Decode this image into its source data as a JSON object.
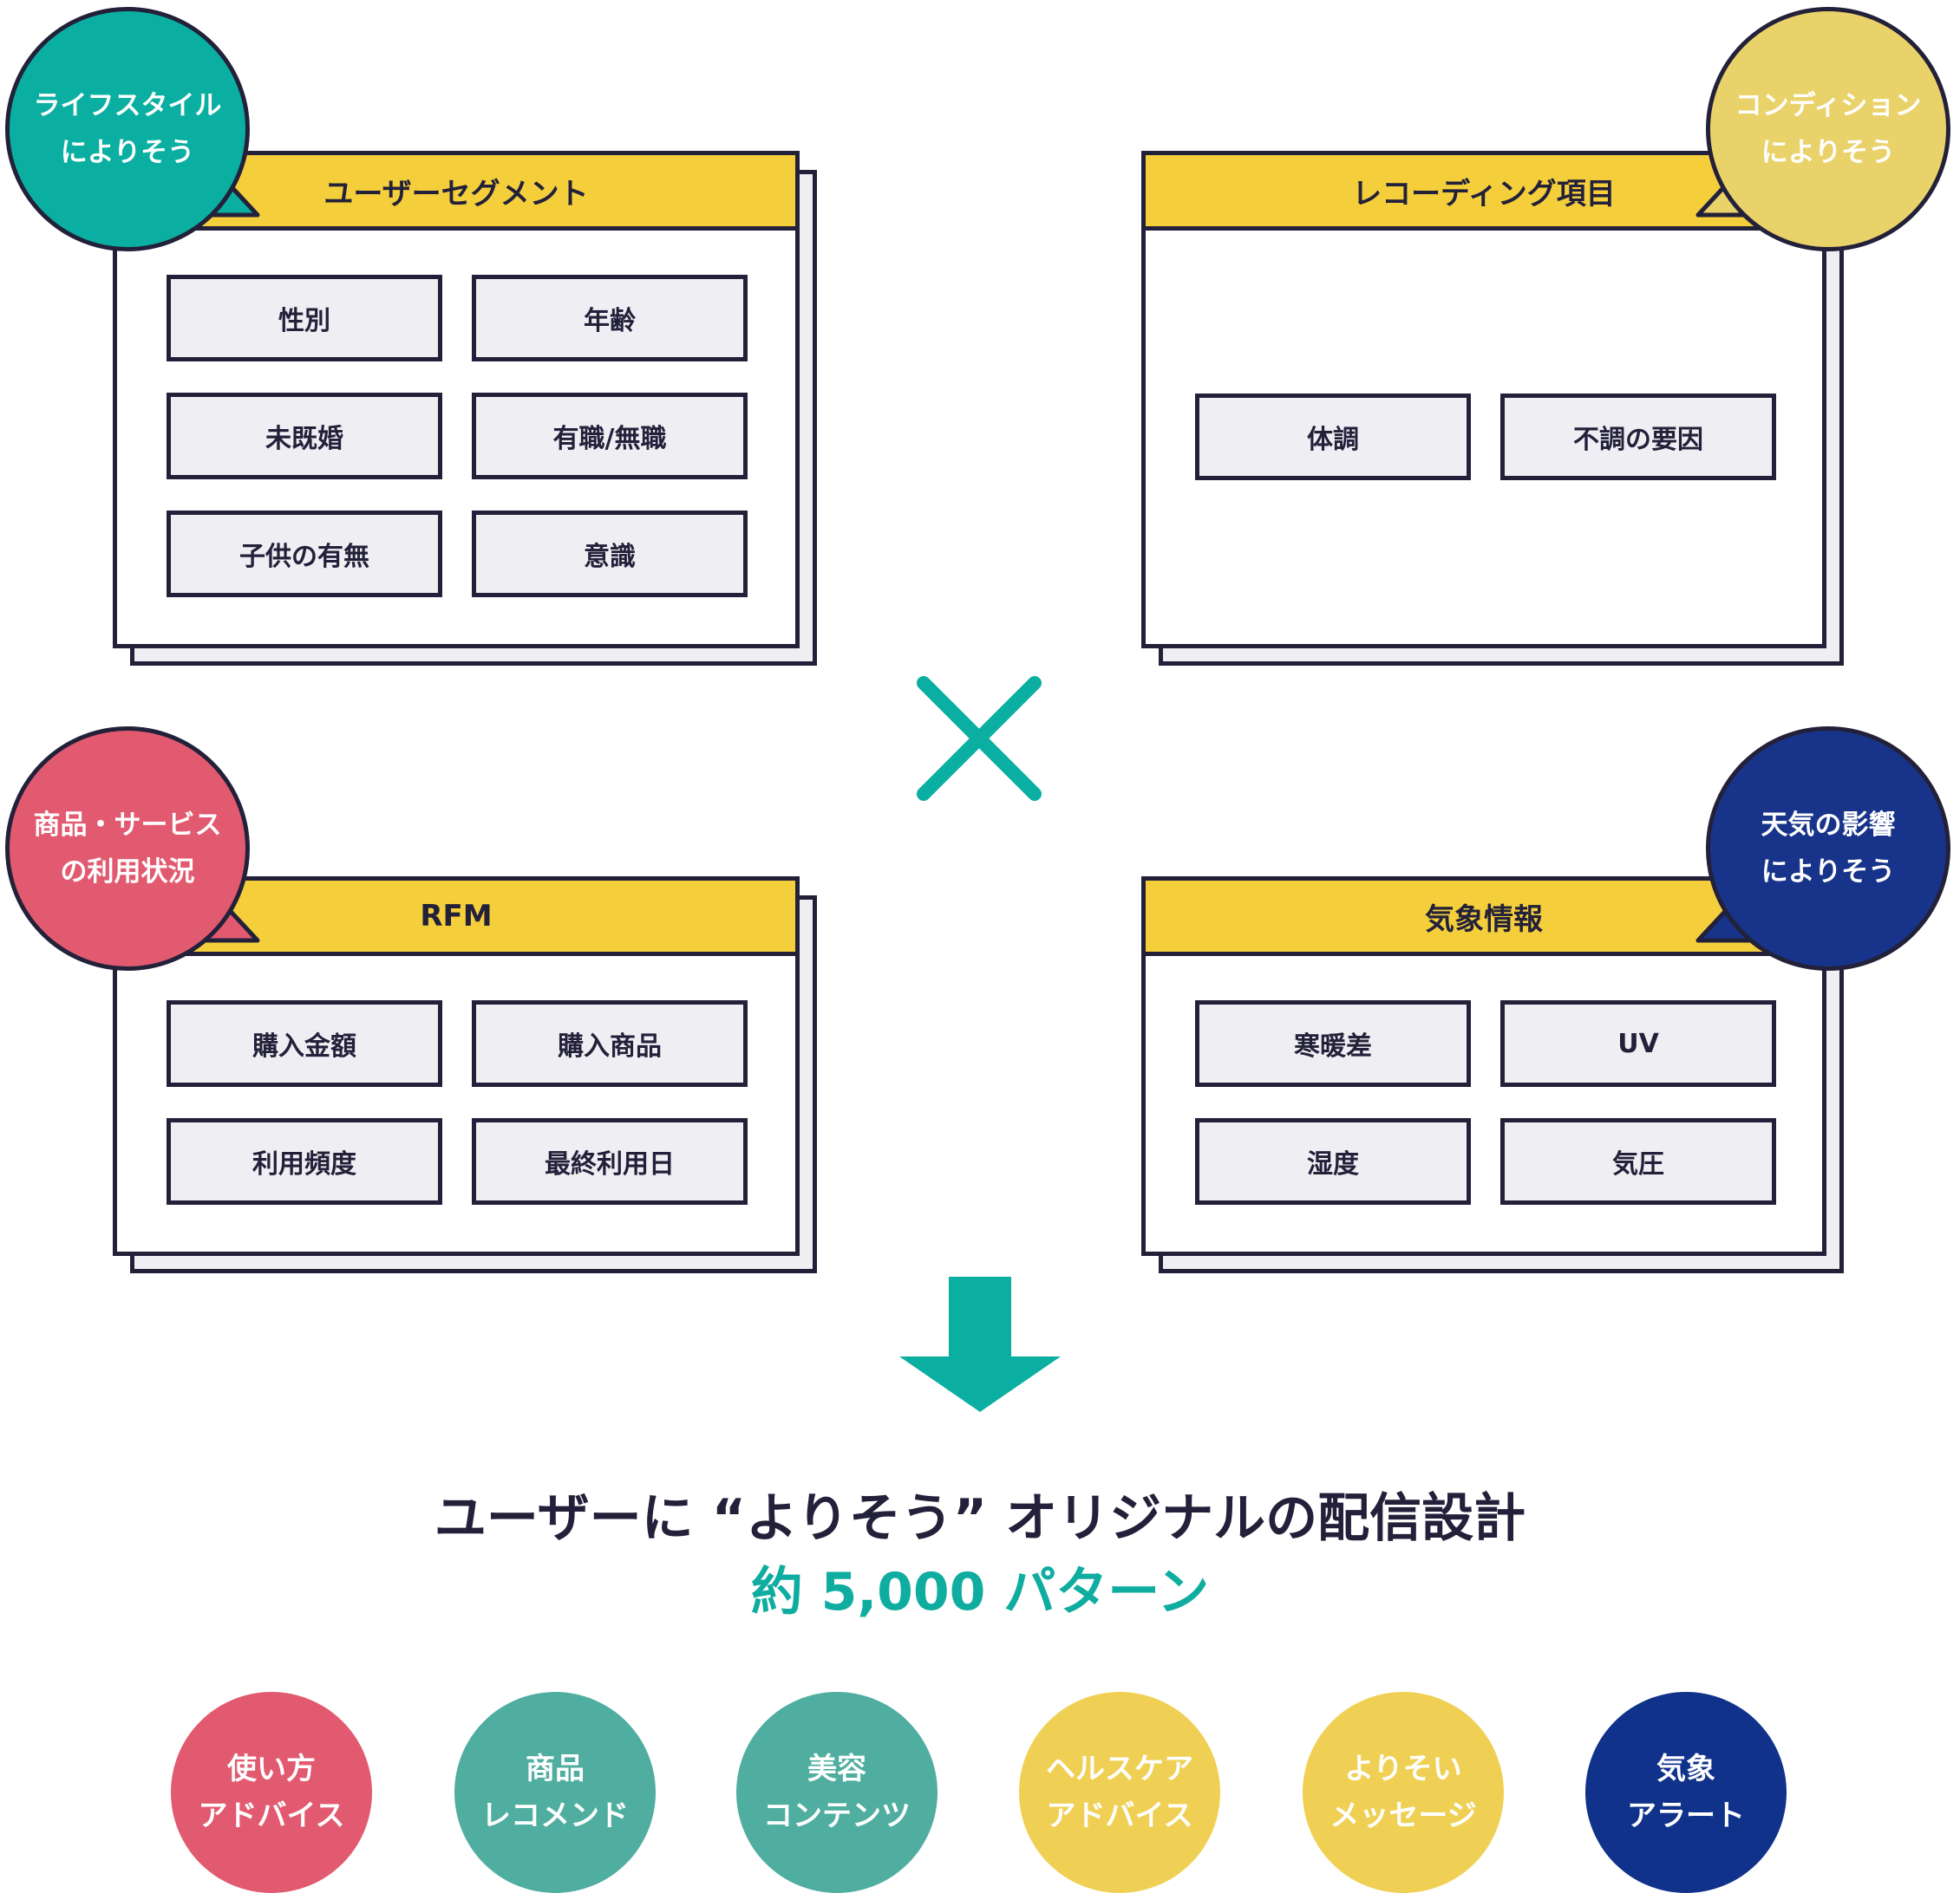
{
  "panels": {
    "user_segment": {
      "title": "ユーザーセグメント",
      "items": [
        "性別",
        "年齢",
        "未既婚",
        "有職/無職",
        "子供の有無",
        "意識"
      ],
      "bubble": {
        "line1": "ライフスタイル",
        "line2": "によりそう",
        "color": "#0aafa1"
      }
    },
    "recording": {
      "title": "レコーディング項目",
      "items": [
        "体調",
        "不調の要因"
      ],
      "bubble": {
        "line1": "コンディション",
        "line2": "によりそう",
        "color": "#ead26a"
      }
    },
    "rfm": {
      "title": "RFM",
      "items": [
        "購入金額",
        "購入商品",
        "利用頻度",
        "最終利用日"
      ],
      "bubble": {
        "line1": "商品・サービス",
        "line2": "の利用状況",
        "color": "#e25a70"
      }
    },
    "weather": {
      "title": "気象情報",
      "items": [
        "寒暖差",
        "UV",
        "湿度",
        "気圧"
      ],
      "bubble": {
        "line1": "天気の影響",
        "line2": "によりそう",
        "color": "#17348a"
      }
    }
  },
  "operator": {
    "icon": "times-icon",
    "color": "#0aafa1"
  },
  "arrow": {
    "icon": "down-arrow-icon",
    "color": "#0aafa1"
  },
  "result": {
    "title": "ユーザーに “よりそう” オリジナルの配信設計",
    "count": "約 5,000 パターン"
  },
  "outputs": [
    {
      "line1": "使い方",
      "line2": "アドバイス",
      "color": "#e25a70"
    },
    {
      "line1": "商品",
      "line2": "レコメンド",
      "color": "#4fae9f"
    },
    {
      "line1": "美容",
      "line2": "コンテンツ",
      "color": "#4fae9f"
    },
    {
      "line1": "ヘルスケア",
      "line2": "アドバイス",
      "color": "#f0d054"
    },
    {
      "line1": "よりそい",
      "line2": "メッセージ",
      "color": "#f0d054"
    },
    {
      "line1": "気象",
      "line2": "アラート",
      "color": "#10328b"
    }
  ]
}
